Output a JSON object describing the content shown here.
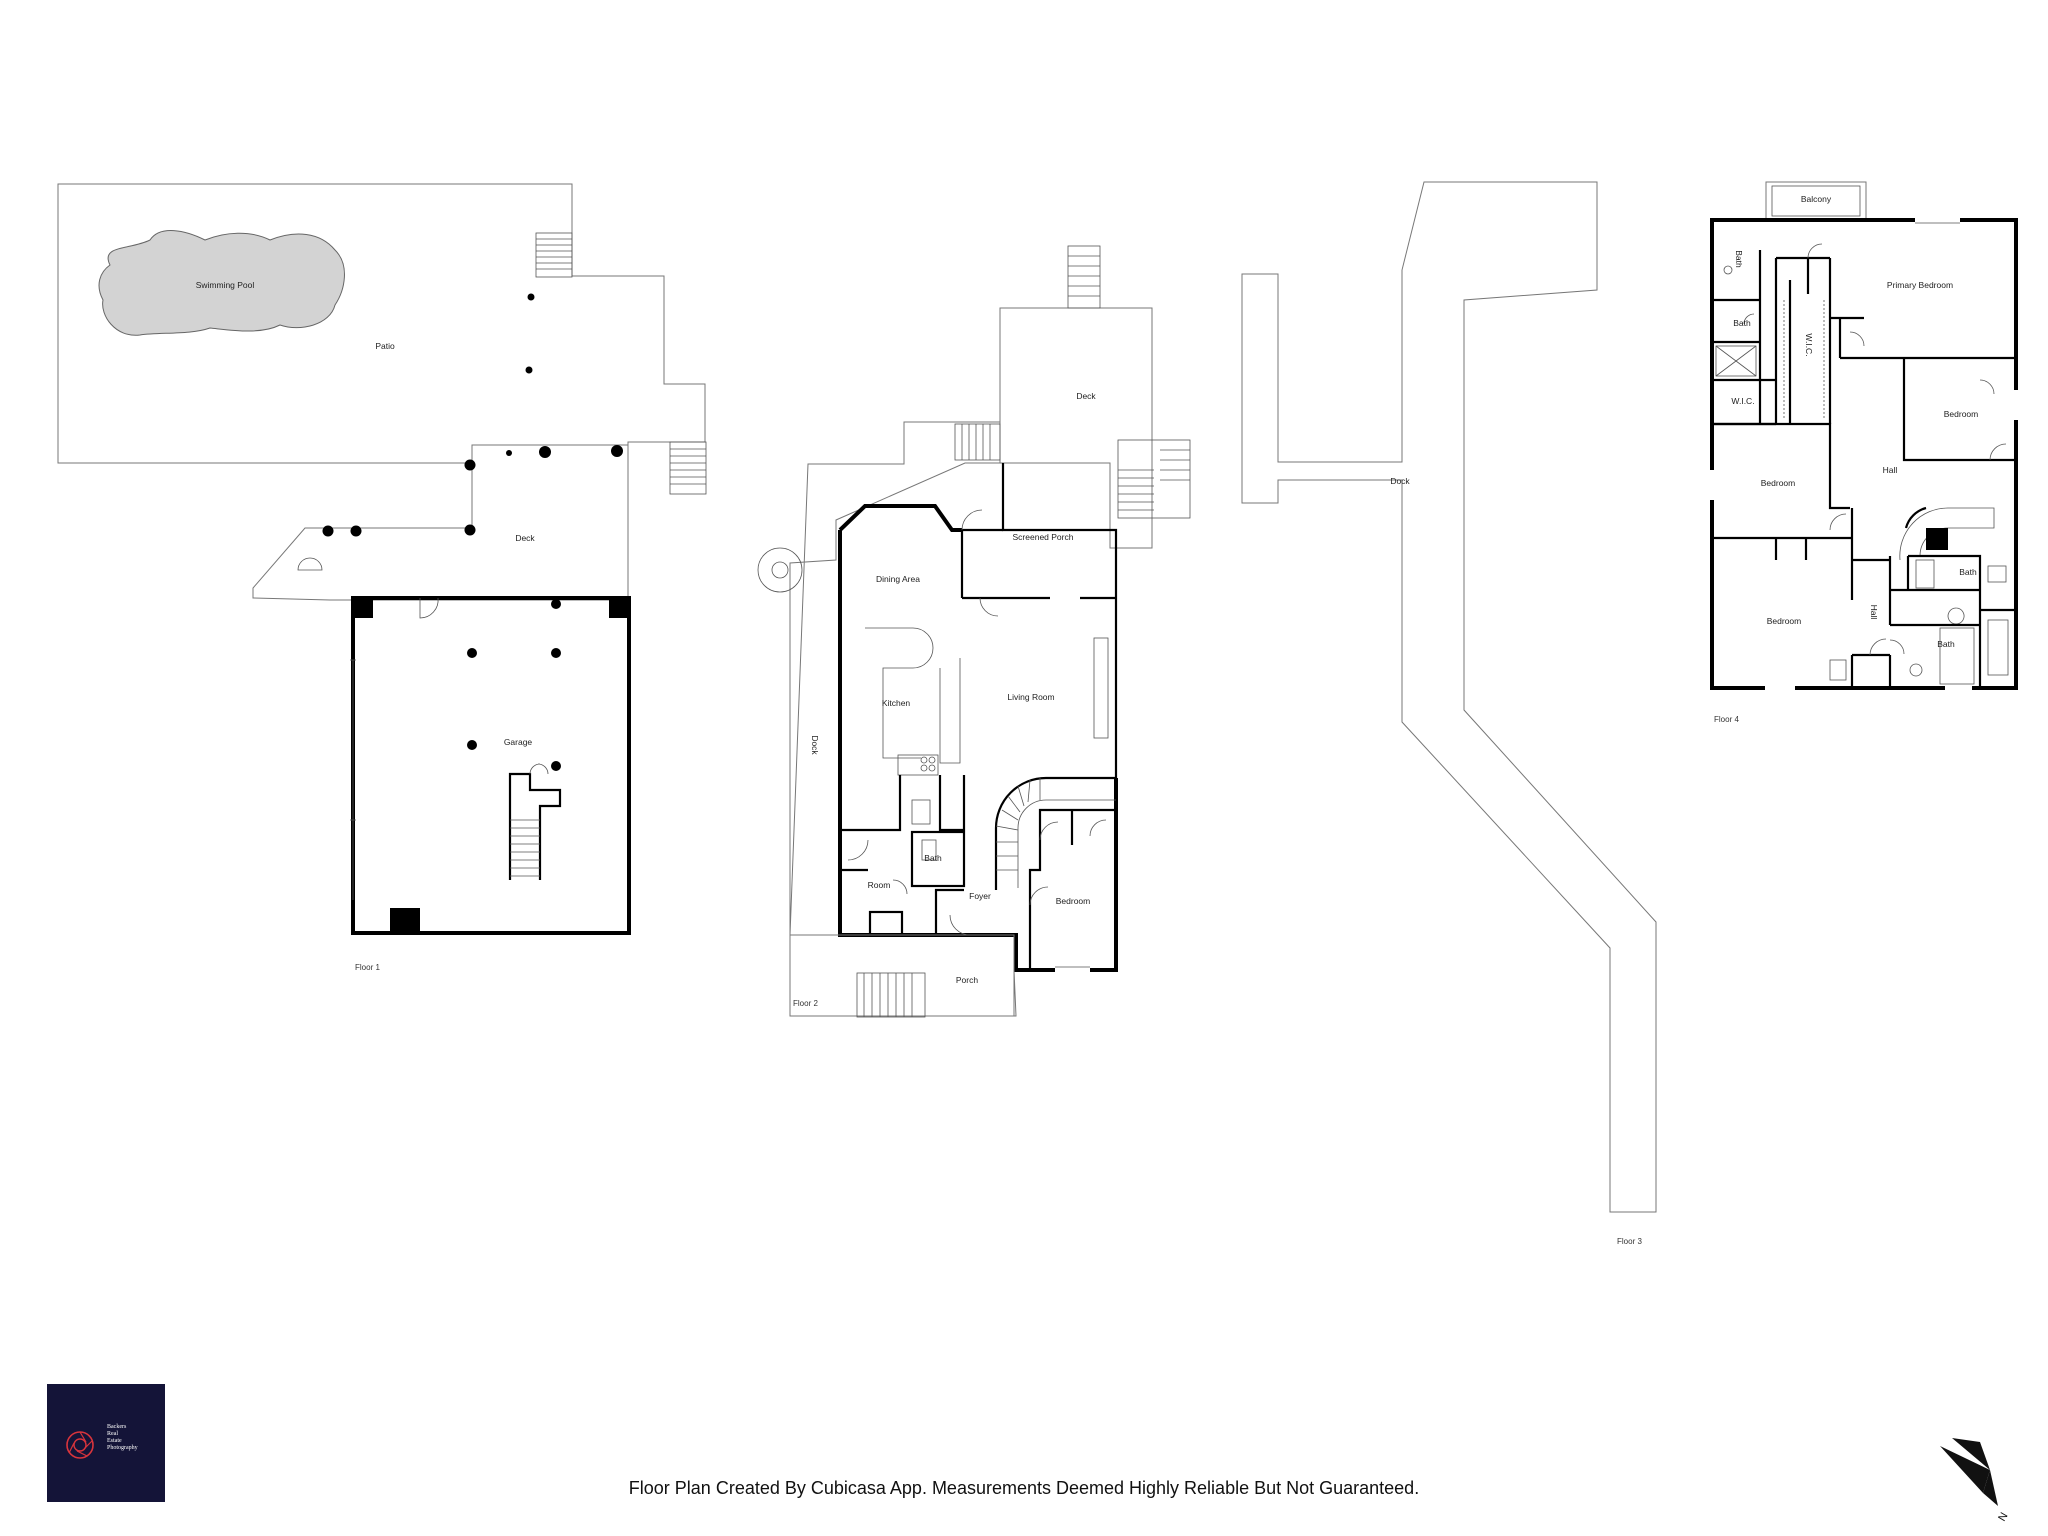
{
  "floors": [
    {
      "label": "Floor 1",
      "rooms": [
        "Swimming Pool",
        "Patio",
        "Deck",
        "Garage"
      ]
    },
    {
      "label": "Floor 2",
      "rooms": [
        "Deck",
        "Screened Porch",
        "Dining Area",
        "Kitchen",
        "Living Room",
        "Dock",
        "Bath",
        "Room",
        "Foyer",
        "Bedroom",
        "Porch"
      ]
    },
    {
      "label": "Floor 3",
      "rooms": [
        "Dock"
      ]
    },
    {
      "label": "Floor 4",
      "rooms": [
        "Balcony",
        "Bath",
        "Bath",
        "W.I.C.",
        "Primary Bedroom",
        "Bedroom",
        "Hall",
        "Bedroom",
        "Bath",
        "Bedroom",
        "Hall",
        "Bath",
        "W.I.C."
      ]
    }
  ],
  "footer": "Floor Plan Created By Cubicasa App. Measurements Deemed Highly Reliable But Not Guaranteed.",
  "logo": {
    "line1": "Backers",
    "line2": "Real",
    "line3": "Estate",
    "line4": "Photography"
  },
  "compass": {
    "label": "N"
  }
}
